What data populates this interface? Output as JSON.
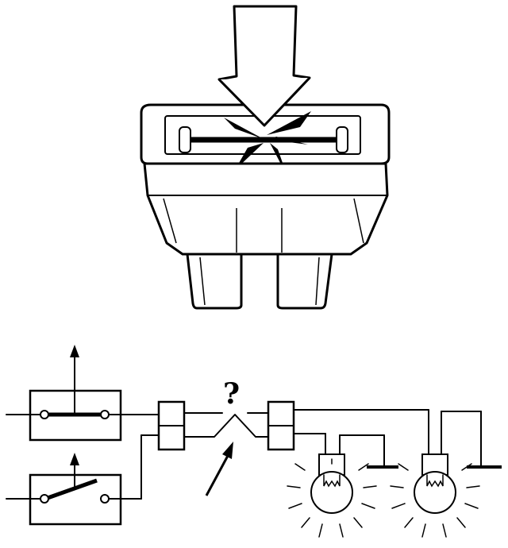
{
  "diagram": {
    "question_mark": "?",
    "components": {
      "fuse": "blade-fuse",
      "switches": [
        "switch-closed",
        "switch-open"
      ],
      "lamps": [
        "lamp-left",
        "lamp-right"
      ]
    }
  }
}
